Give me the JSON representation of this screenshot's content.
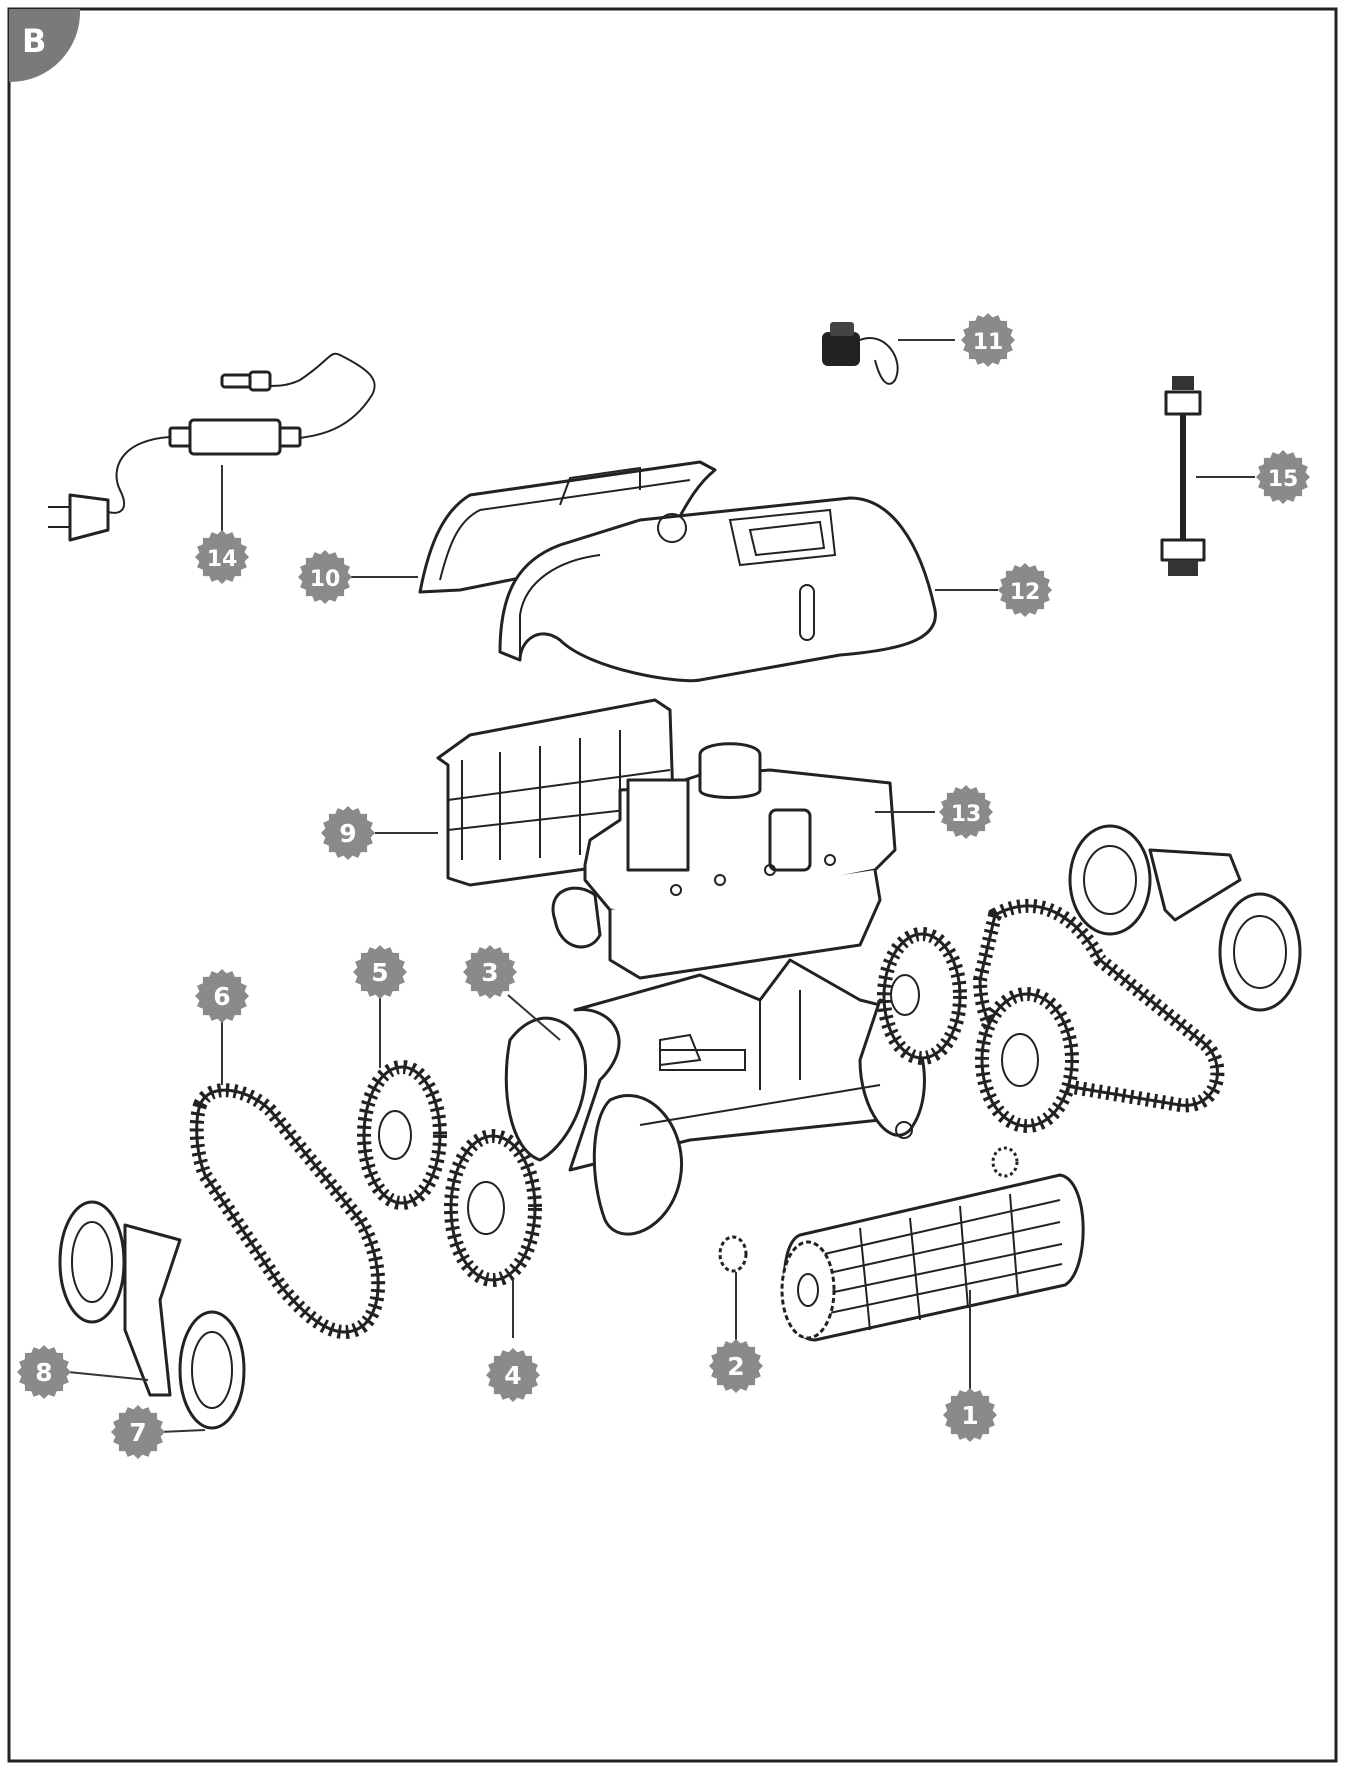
{
  "section_tab": {
    "label": "B"
  },
  "callouts": [
    {
      "id": "1",
      "label": "1",
      "part": "brush-roller"
    },
    {
      "id": "2",
      "label": "2",
      "part": "gear"
    },
    {
      "id": "3",
      "label": "3",
      "part": "chassis"
    },
    {
      "id": "4",
      "label": "4",
      "part": "drive-wheel-front"
    },
    {
      "id": "5",
      "label": "5",
      "part": "drive-wheel-rear"
    },
    {
      "id": "6",
      "label": "6",
      "part": "track-belt"
    },
    {
      "id": "7",
      "label": "7",
      "part": "wheel-cover"
    },
    {
      "id": "8",
      "label": "8",
      "part": "side-bracket"
    },
    {
      "id": "9",
      "label": "9",
      "part": "filter-basket"
    },
    {
      "id": "10",
      "label": "10",
      "part": "handle-cover"
    },
    {
      "id": "11",
      "label": "11",
      "part": "cap"
    },
    {
      "id": "12",
      "label": "12",
      "part": "top-cover"
    },
    {
      "id": "13",
      "label": "13",
      "part": "motor-block"
    },
    {
      "id": "14",
      "label": "14",
      "part": "power-adapter"
    },
    {
      "id": "15",
      "label": "15",
      "part": "connector-cable"
    }
  ],
  "colors": {
    "badge": "#8a8a8a",
    "tab": "#7a7a7a",
    "line": "#222222"
  }
}
